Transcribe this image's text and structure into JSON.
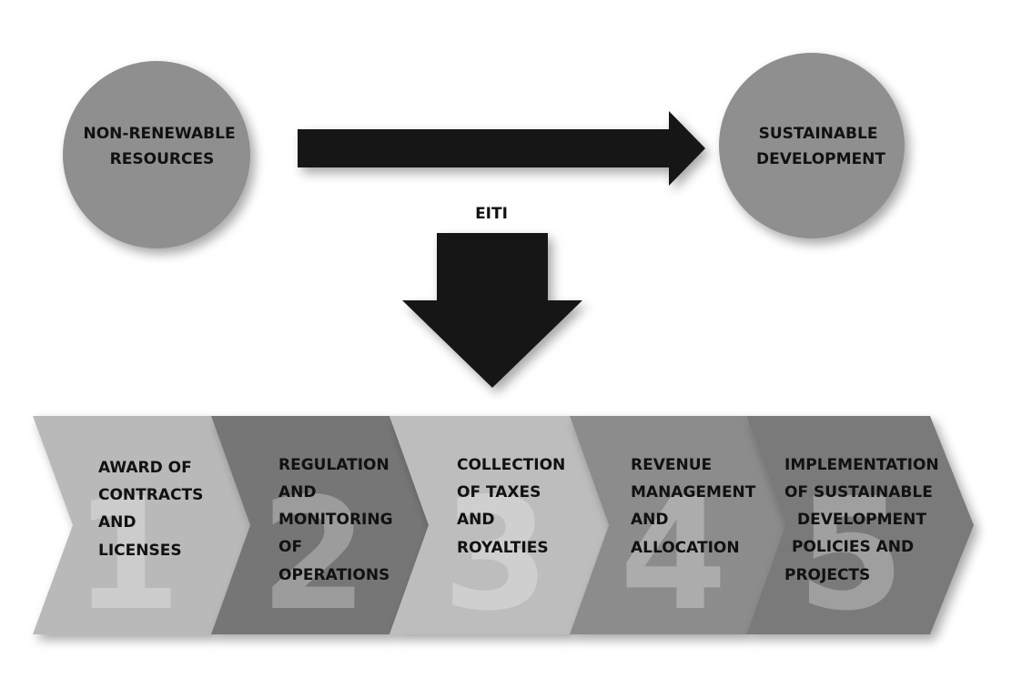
{
  "top": {
    "source_circle": {
      "lines": [
        "NON-RENEWABLE",
        "RESOURCES"
      ]
    },
    "target_circle": {
      "lines": [
        "SUSTAINABLE",
        "DEVELOPMENT"
      ]
    },
    "down_arrow_label": "EITI"
  },
  "chain": [
    {
      "number": "1",
      "lines": [
        "AWARD OF",
        "CONTRACTS",
        "AND",
        "LICENSES"
      ]
    },
    {
      "number": "2",
      "lines": [
        "REGULATION",
        "AND",
        "MONITORING",
        "OF",
        "OPERATIONS"
      ]
    },
    {
      "number": "3",
      "lines": [
        "COLLECTION",
        "OF TAXES",
        "AND",
        "ROYALTIES"
      ]
    },
    {
      "number": "4",
      "lines": [
        "REVENUE",
        "MANAGEMENT",
        "AND",
        "ALLOCATION"
      ]
    },
    {
      "number": "5",
      "lines": [
        "IMPLEMENTATION",
        "OF SUSTAINABLE",
        "DEVELOPMENT",
        "POLICIES AND",
        "PROJECTS"
      ]
    }
  ],
  "colors": {
    "circle_fill": "#8f8f8f",
    "arrow_fill": "#141414",
    "chevron_fills": [
      "#b9b9b9",
      "#767676",
      "#bdbdbd",
      "#8c8c8c",
      "#7a7a7a"
    ],
    "number_fill": "#ffffff",
    "text_fill": "#111111"
  }
}
